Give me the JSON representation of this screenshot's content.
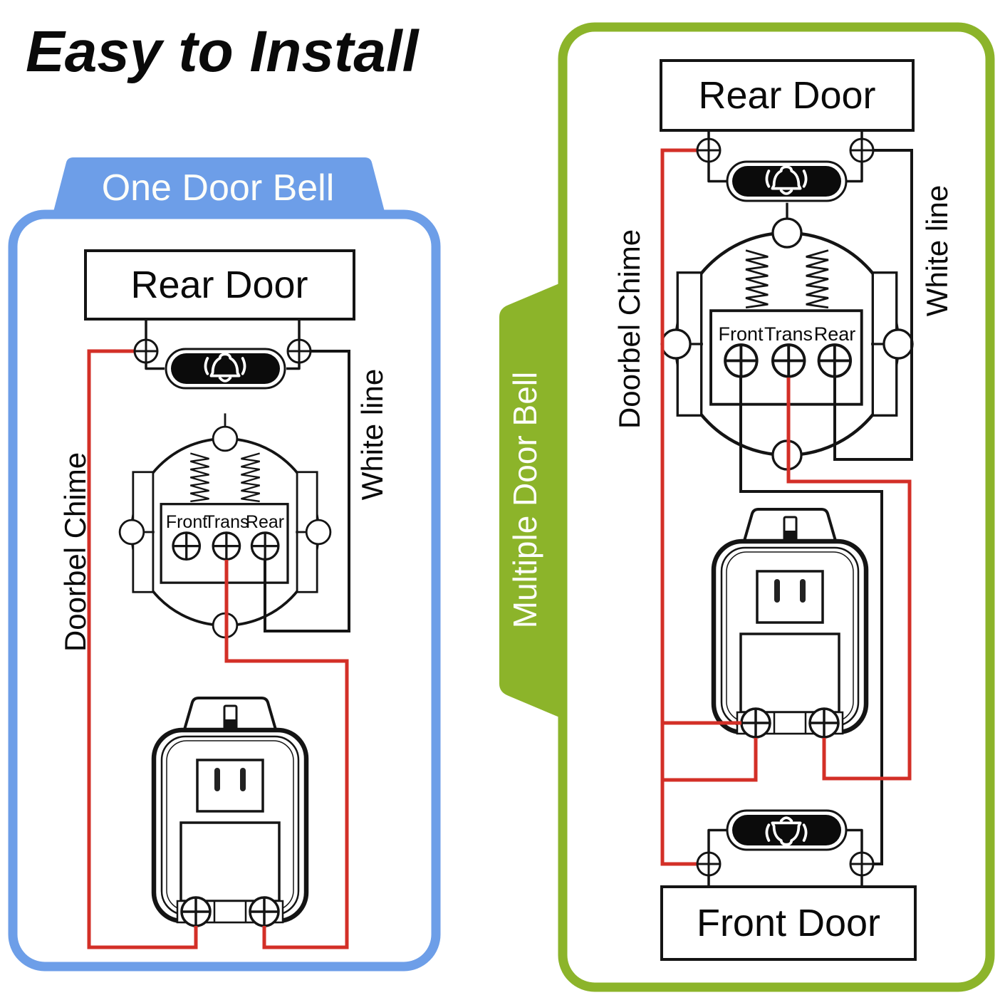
{
  "title": "Easy to Install",
  "colors": {
    "blue": "#6D9EE8",
    "green": "#8CB42A",
    "wire_red": "#D32F27",
    "wire_black": "#141414",
    "tab_text": "#FDFEFA",
    "line_black": "#141414"
  },
  "panel_one": {
    "tab_label": "One Door Bell",
    "door_box_label": "Rear Door",
    "chime_side_label": "Doorbel Chime",
    "wire_side_label": "White line",
    "chime_terminals": [
      "Front",
      "Trans",
      "Rear"
    ]
  },
  "panel_multiple": {
    "tab_label": "Multiple Door Bell",
    "rear_door_box_label": "Rear Door",
    "front_door_box_label": "Front Door",
    "chime_side_label": "Doorbel Chime",
    "wire_side_label": "White line",
    "chime_terminals": [
      "Front",
      "Trans",
      "Rear"
    ]
  }
}
